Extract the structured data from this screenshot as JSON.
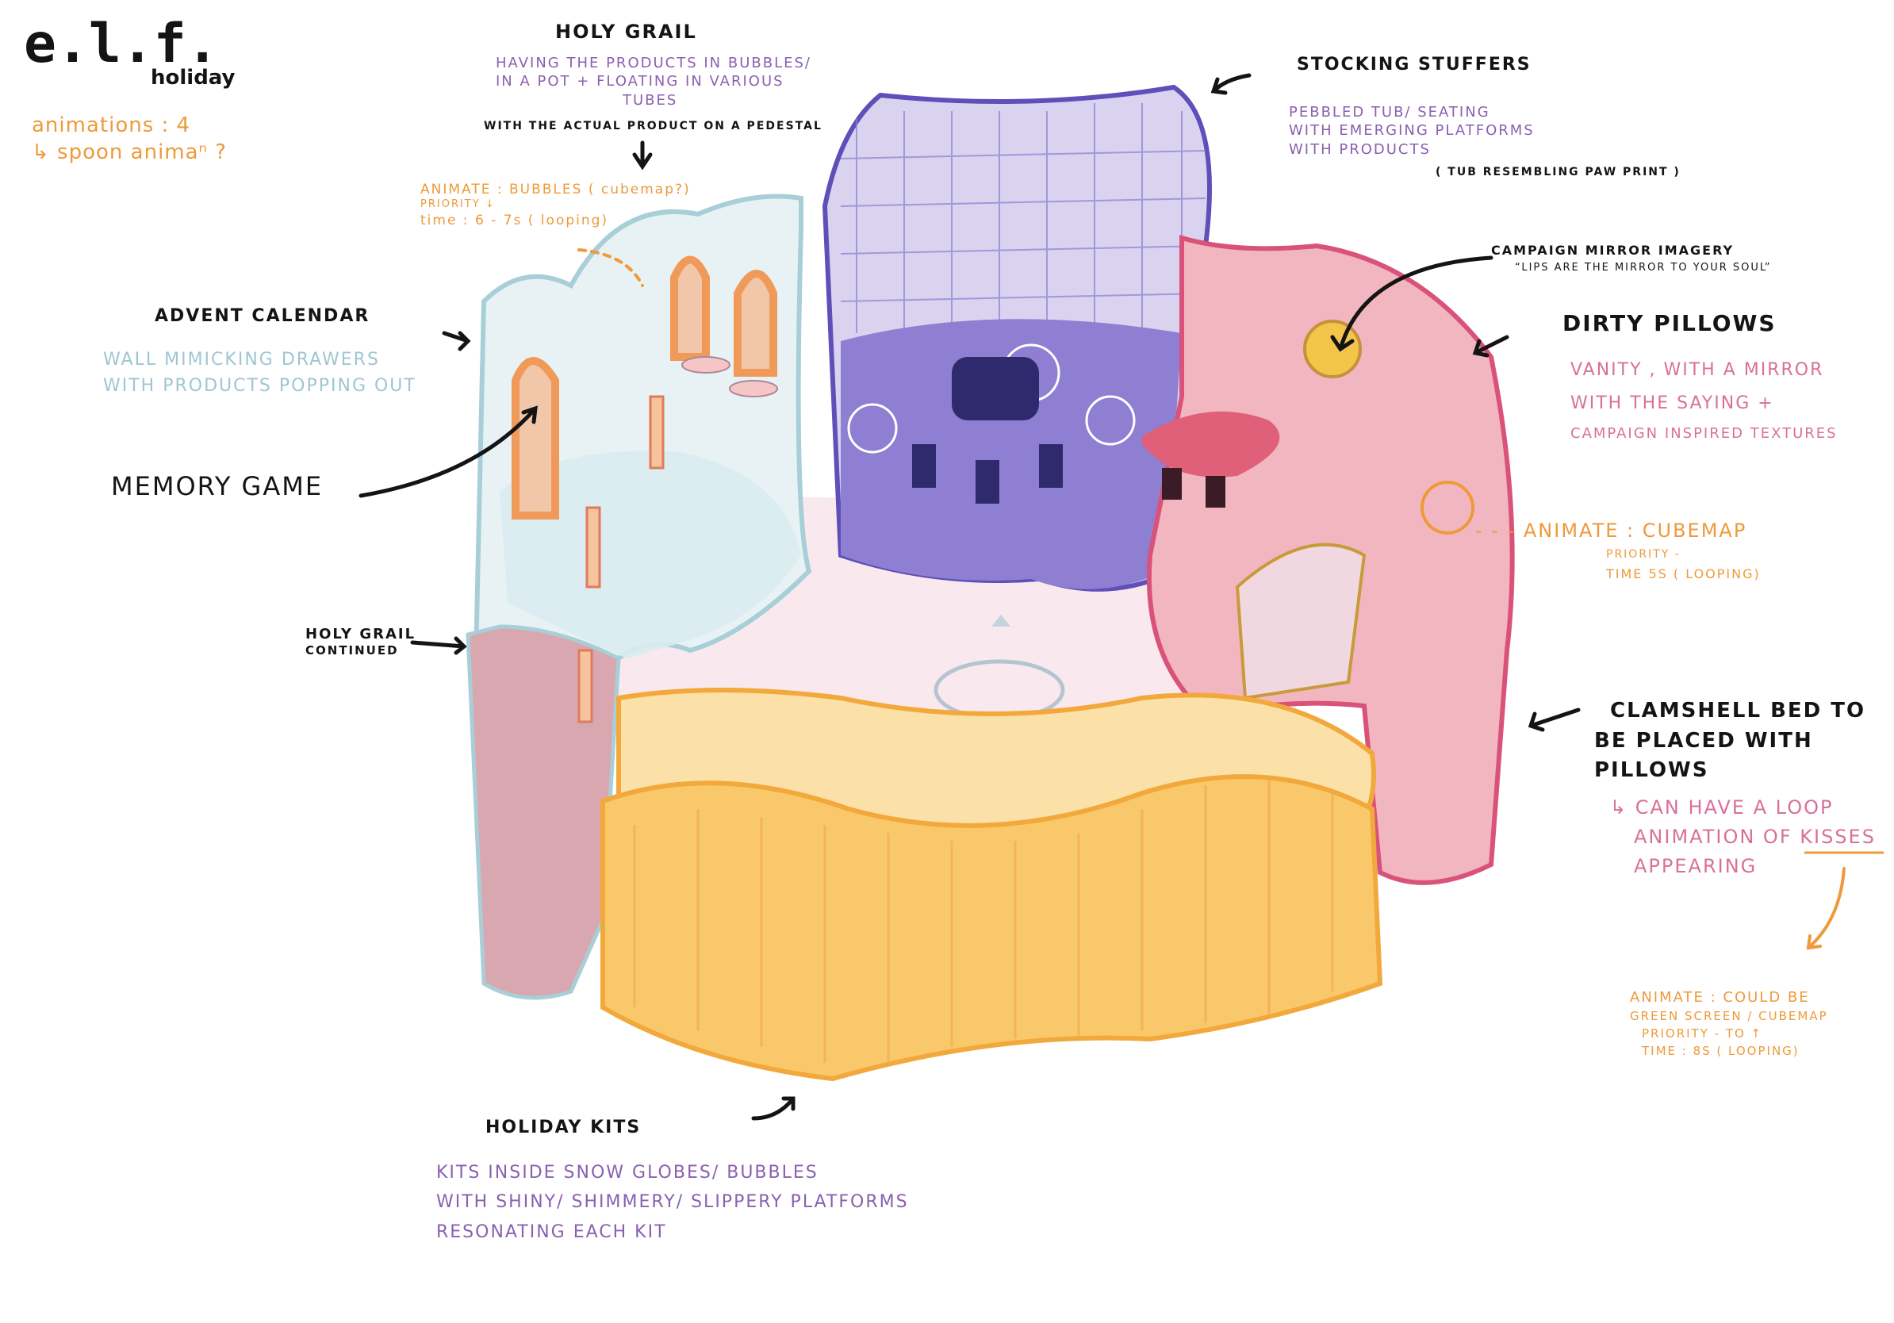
{
  "brand": {
    "logo": "e.l.f.",
    "subtitle": "holiday"
  },
  "anim_note": [
    "animations : 4",
    "↳ spoon animaⁿ ?"
  ],
  "holy_grail": {
    "title": "HOLY GRAIL",
    "desc": [
      "HAVING THE PRODUCTS IN BUBBLES/",
      "IN A POT + FLOATING IN VARIOUS",
      "TUBES"
    ],
    "extra": "WITH THE ACTUAL PRODUCT ON A PEDESTAL"
  },
  "holy_anim": [
    "ANIMATE : BUBBLES ( cubemap?)",
    "PRIORITY ↓",
    "time : 6 - 7s ( looping)"
  ],
  "stocking": {
    "title": "STOCKING STUFFERS",
    "desc": [
      "PEBBLED TUB/ SEATING",
      "WITH EMERGING PLATFORMS",
      "WITH PRODUCTS"
    ],
    "extra": "( TUB RESEMBLING PAW PRINT )"
  },
  "campaign": {
    "title": "CAMPAIGN MIRROR IMAGERY",
    "quote": "“LIPS ARE THE MIRROR TO YOUR SOUL”"
  },
  "advent": {
    "title": "ADVENT CALENDAR",
    "desc": [
      "WALL MIMICKING DRAWERS",
      "WITH PRODUCTS POPPING OUT"
    ]
  },
  "dirty": {
    "title": "DIRTY PILLOWS",
    "desc": [
      "VANITY , WITH A MIRROR",
      "WITH THE SAYING +",
      "CAMPAIGN INSPIRED TEXTURES"
    ]
  },
  "memory": {
    "title": "MEMORY GAME"
  },
  "cubemap": [
    "- - - ANIMATE : CUBEMAP",
    "PRIORITY -",
    "TIME  5s ( looping)"
  ],
  "holy_cont": [
    "HOLY GRAIL",
    "CONTINUED"
  ],
  "clamshell": {
    "title": [
      "CLAMSHELL BED TO",
      "BE PLACED WITH",
      "PILLOWS"
    ],
    "desc": [
      "↳ CAN HAVE A LOOP",
      "ANIMATION OF KISSES",
      "APPEARING"
    ]
  },
  "green": [
    "ANIMATE : COULD BE",
    "GREEN SCREEN / CUBEMAP",
    "PRIORITY  - to ↑",
    "TIME  : 8s ( looping)"
  ],
  "kits": {
    "title": "HOLIDAY KITS",
    "desc": [
      "KITS INSIDE SNOW GLOBES/ BUBBLES",
      "WITH SHINY/ SHIMMERY/ SLIPPERY PLATFORMS",
      "RESONATING EACH KIT"
    ]
  },
  "colors": {
    "teal": "#a8cfd8",
    "purple": "#5f4fb8",
    "pink": "#e57c93",
    "orange": "#f2a83b",
    "ink": "#141414"
  }
}
